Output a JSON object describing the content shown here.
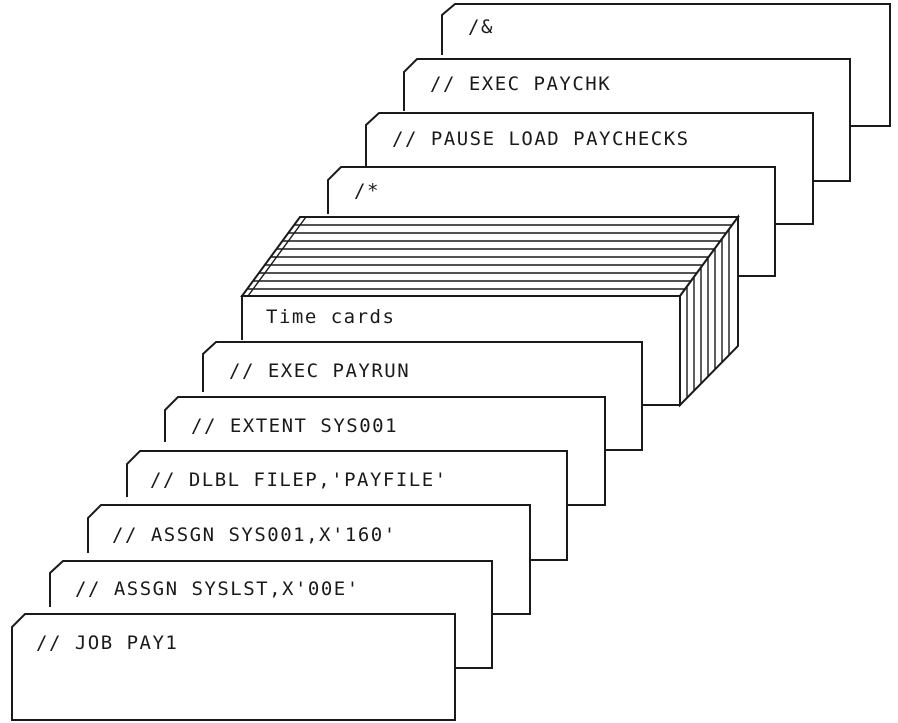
{
  "cards": [
    {
      "id": "amp",
      "label": "/&"
    },
    {
      "id": "exec-paychk",
      "label": "// EXEC PAYCHK"
    },
    {
      "id": "pause",
      "label": "// PAUSE LOAD PAYCHECKS"
    },
    {
      "id": "end-data",
      "label": "/*"
    },
    {
      "id": "time-cards",
      "label": "Time cards"
    },
    {
      "id": "exec-payrun",
      "label": "// EXEC PAYRUN"
    },
    {
      "id": "extent",
      "label": "// EXTENT SYS001"
    },
    {
      "id": "dlbl",
      "label": "// DLBL FILEP,'PAYFILE'"
    },
    {
      "id": "assgn-sys001",
      "label": "// ASSGN SYS001,X'160'"
    },
    {
      "id": "assgn-syslst",
      "label": "// ASSGN SYSLST,X'00E'"
    },
    {
      "id": "job",
      "label": "// JOB PAY1"
    }
  ],
  "colors": {
    "ink": "#1a1a1a",
    "paper": "#ffffff"
  }
}
